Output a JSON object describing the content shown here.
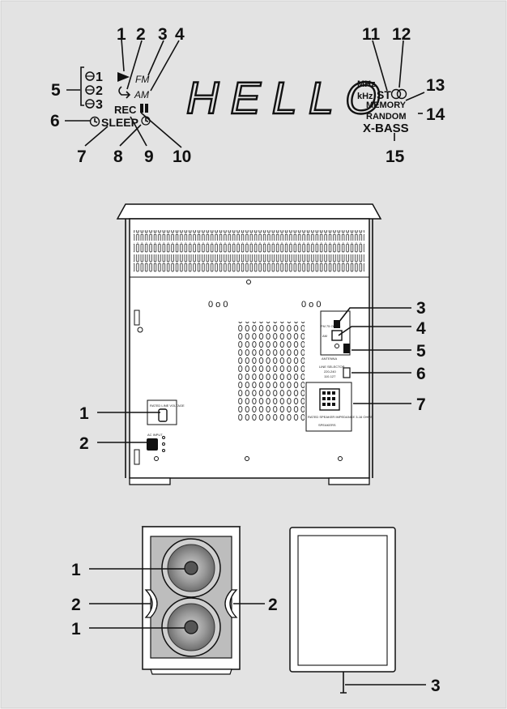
{
  "display_panel": {
    "text": "HELLO",
    "indicators": {
      "fm": "FM",
      "am": "AM",
      "mhz": "MHz",
      "khz": "kHz",
      "st": "ST",
      "memory": "MEMORY",
      "random": "RANDOM",
      "xbass": "X-BASS",
      "rec": "REC",
      "sleep": "SLEEP",
      "preset1": "1",
      "preset2": "2",
      "preset3": "3"
    },
    "callouts": [
      "1",
      "2",
      "3",
      "4",
      "5",
      "6",
      "7",
      "8",
      "9",
      "10",
      "11",
      "12",
      "13",
      "14",
      "15"
    ]
  },
  "rear_panel": {
    "callouts": [
      "1",
      "2",
      "3",
      "4",
      "5",
      "6",
      "7"
    ],
    "labels": {
      "voltage": "RATED LINE VOLTAGE",
      "ac_input": "AC INPUT",
      "fm": "FM 75 OHMS",
      "am": "AM",
      "antenna": "ANTENNA",
      "line_selector": "LINE SELECTOR",
      "line_a": "220-240",
      "line_b": "110-127",
      "speakers_impedance": "RATED SPEAKER IMPEDANCE 3-16 OHMS",
      "speakers": "SPEAKERS"
    }
  },
  "speaker_front": {
    "callouts": [
      "1",
      "2",
      "2",
      "1"
    ]
  },
  "speaker_grille": {
    "callouts": [
      "3"
    ]
  },
  "colors": {
    "background": "#e3e3e3",
    "line": "#111111"
  }
}
